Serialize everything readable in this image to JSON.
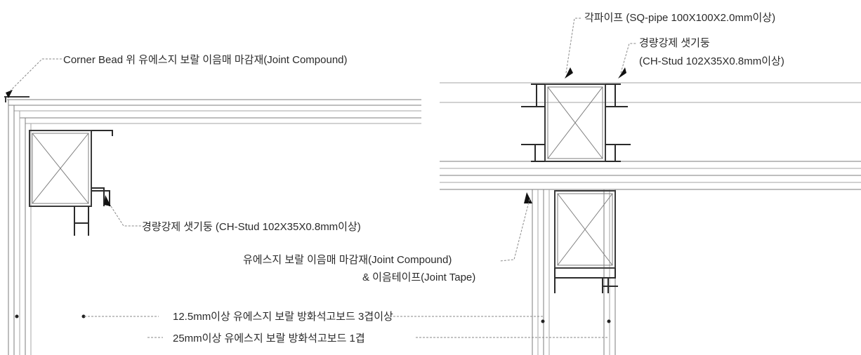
{
  "labels": {
    "corner_bead": "Corner Bead 위 유에스지 보랄 이음매 마감재(Joint Compound)",
    "stud_left": "경량강제 샛기둥 (CH-Stud 102X35X0.8mm이상)",
    "joint_compound_line1": "유에스지 보랄 이음매 마감재(Joint Compound)",
    "joint_compound_line2": "& 이음테이프(Joint Tape)",
    "board_3_layers": "12.5mm이상 유에스지 보랄 방화석고보드 3겹이상",
    "board_1_layer": "25mm이상 유에스지 보랄 방화석고보드 1겹",
    "sq_pipe": "각파이프 (SQ-pipe 100X100X2.0mm이상)",
    "stud_right_line1": "경량강제 샛기둥",
    "stud_right_line2": "(CH-Stud 102X35X0.8mm이상)"
  },
  "colors": {
    "line": "#7d7d7d",
    "stud": "#2b2b2b",
    "text": "#2a2a2a"
  }
}
